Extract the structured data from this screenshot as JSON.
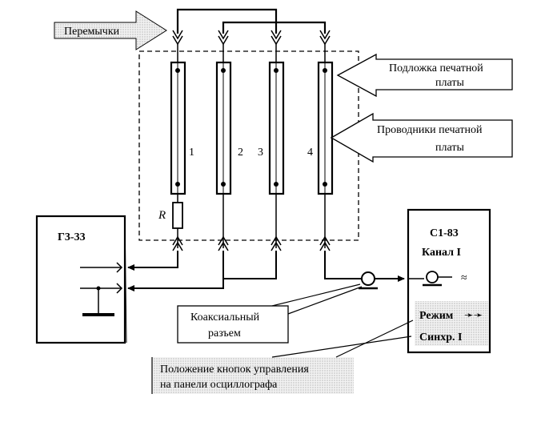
{
  "labels": {
    "jumpers": "Перемычки",
    "substrate_line1": "Подложка печатной",
    "substrate_line2": "платы",
    "conductors_line1": "Проводники печатной",
    "conductors_line2": "платы",
    "generator": "Г3-33",
    "oscilloscope_model": "С1-83",
    "oscilloscope_channel": "Канал  I",
    "mode": "Режим",
    "mode_arrow": "➛➛",
    "sync": "Синхр. I",
    "ac_symbol": "≈",
    "coax_line1": "Коаксиальный",
    "coax_line2": "разъем",
    "buttons_line1": "Положение кнопок управления",
    "buttons_line2": "на панели осциллографа",
    "resistor": "R",
    "conductor_numbers": [
      "1",
      "2",
      "3",
      "4"
    ]
  },
  "colors": {
    "ink": "#000000",
    "callout_fill": "#eeeeee",
    "dashed_border": "#000000"
  }
}
